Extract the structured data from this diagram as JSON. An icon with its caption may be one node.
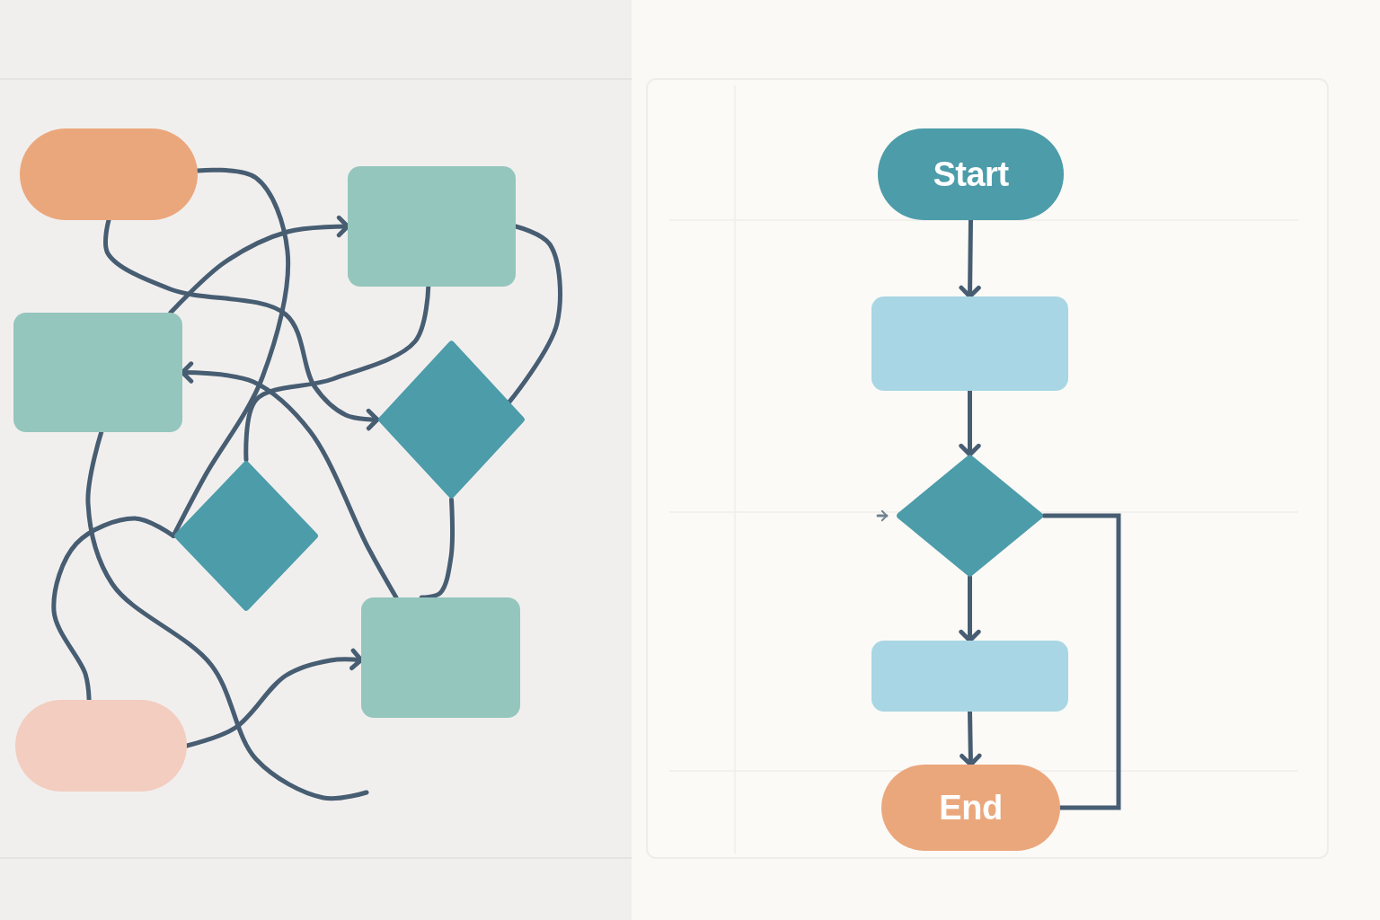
{
  "diagram": {
    "nodes": [
      {
        "text": [],
        "shape": "pill"
      },
      {
        "text": [],
        "shape": "box"
      },
      {
        "text": [],
        "shape": "box"
      },
      {
        "text": [],
        "shape": "diamond"
      },
      {
        "text": [],
        "shape": "diamond"
      },
      {
        "text": [],
        "shape": "box"
      },
      {
        "text": [],
        "shape": "pill"
      },
      {
        "text": [
          "Start"
        ]
      },
      {
        "text": [],
        "shape": "box"
      },
      {
        "text": [],
        "shape": "diamond"
      },
      {
        "text": [],
        "shape": "box"
      },
      {
        "text": [
          "End"
        ]
      }
    ],
    "edges": [
      {
        "from": 0,
        "to": 3,
        "arrow": "to"
      },
      {
        "from": 0,
        "to": 4,
        "arrow": "none"
      },
      {
        "from": 2,
        "to": 1,
        "arrow": "to"
      },
      {
        "from": 1,
        "to": 3,
        "arrow": "none"
      },
      {
        "from": 1,
        "to": 4,
        "arrow": "none"
      },
      {
        "from": 5,
        "to": 2,
        "arrow": "to"
      },
      {
        "from": 3,
        "to": 5,
        "arrow": "none"
      },
      {
        "from": 4,
        "to": 6,
        "arrow": "none"
      },
      {
        "from": 2,
        "to": null,
        "arrow": "none"
      },
      {
        "from": 6,
        "to": 5,
        "arrow": "to"
      },
      {
        "from": 7,
        "to": 8,
        "arrow": "to"
      },
      {
        "from": 8,
        "to": 9,
        "arrow": "to"
      },
      {
        "from": 9,
        "to": 10,
        "arrow": "to"
      },
      {
        "from": 10,
        "to": 11,
        "arrow": "to"
      },
      {
        "from": 9,
        "to": 11,
        "arrow": "none"
      },
      {
        "from": null,
        "to": 9,
        "arrow": "to",
        "color": "#6f8290"
      }
    ]
  }
}
